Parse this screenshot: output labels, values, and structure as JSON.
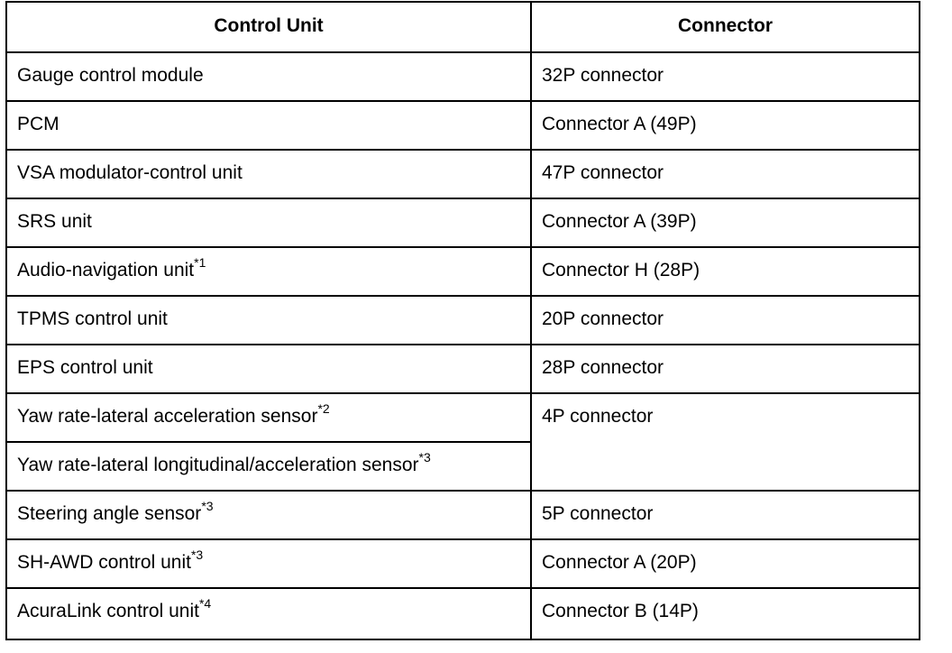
{
  "headers": {
    "control_unit": "Control Unit",
    "connector": "Connector"
  },
  "rows": [
    {
      "unit": "Gauge control module",
      "note": "",
      "connector": "32P connector"
    },
    {
      "unit": "PCM",
      "note": "",
      "connector": "Connector A (49P)"
    },
    {
      "unit": "VSA modulator-control unit",
      "note": "",
      "connector": "47P connector"
    },
    {
      "unit": "SRS unit",
      "note": "",
      "connector": "Connector A (39P)"
    },
    {
      "unit": "Audio-navigation unit",
      "note": "*1",
      "connector": "Connector H (28P)"
    },
    {
      "unit": "TPMS control unit",
      "note": "",
      "connector": "20P connector"
    },
    {
      "unit": "EPS control unit",
      "note": "",
      "connector": "28P connector"
    },
    {
      "unit": "Yaw rate-lateral acceleration sensor",
      "note": "*2",
      "connector": "4P connector"
    },
    {
      "unit": "Yaw rate-lateral longitudinal/acceleration sensor",
      "note": "*3",
      "connector": ""
    },
    {
      "unit": "Steering angle sensor",
      "note": "*3",
      "connector": "5P connector"
    },
    {
      "unit": "SH-AWD control unit",
      "note": "*3",
      "connector": "Connector A (20P)"
    },
    {
      "unit": "AcuraLink control unit",
      "note": "*4",
      "connector": "Connector B (14P)"
    }
  ]
}
